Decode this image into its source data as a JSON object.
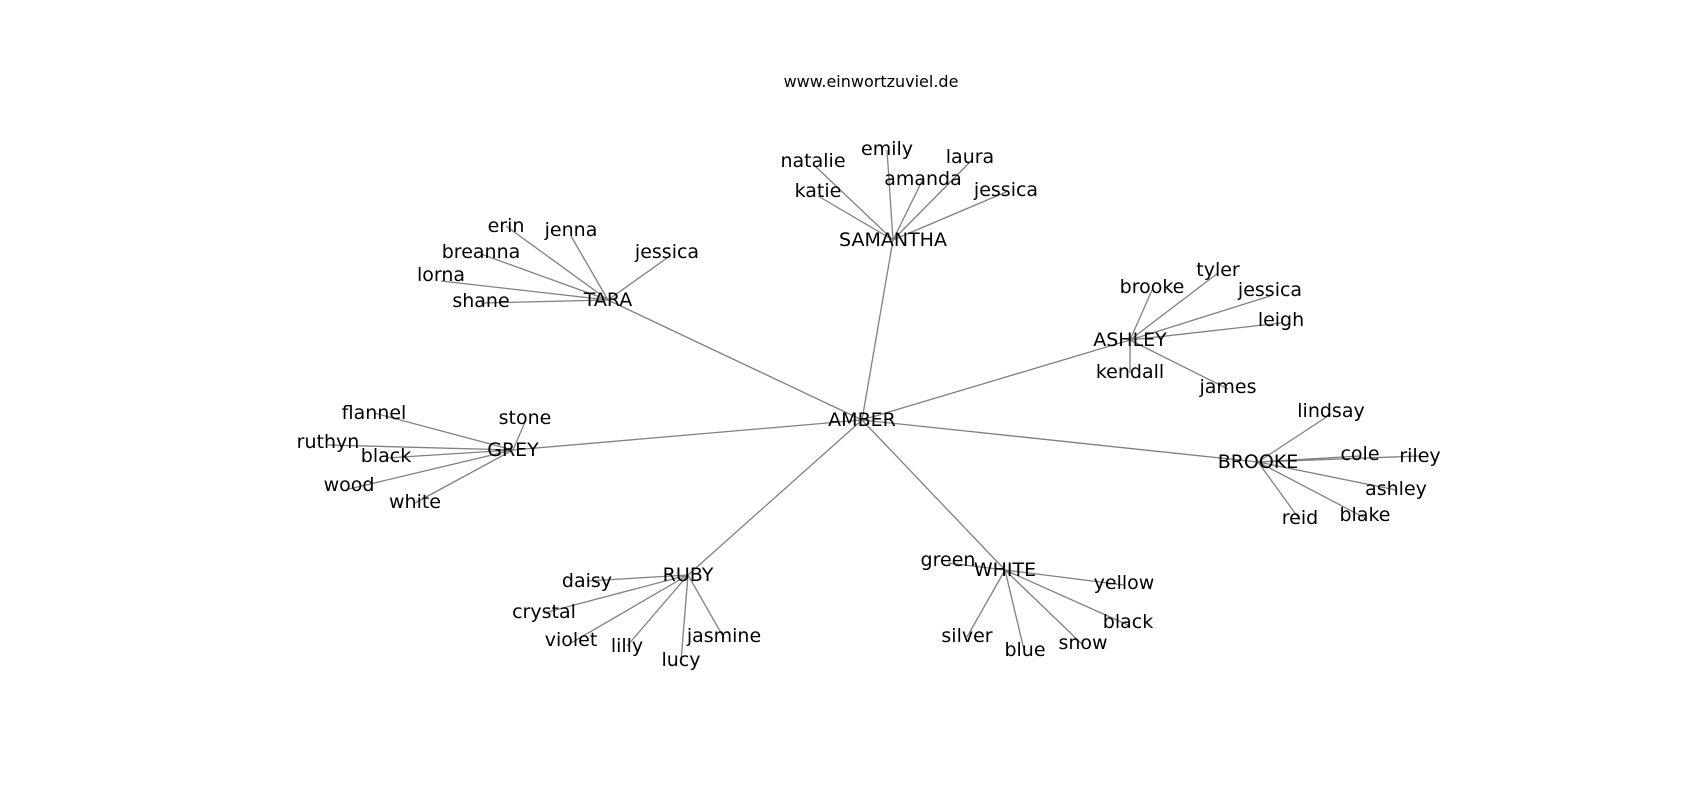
{
  "header": {
    "source": "www.einwortzuviel.de"
  },
  "graph": {
    "root": "AMBER",
    "clusters": [
      {
        "name": "SAMANTHA",
        "leaves": [
          "natalie",
          "emily",
          "laura",
          "katie",
          "amanda",
          "jessica"
        ]
      },
      {
        "name": "TARA",
        "leaves": [
          "erin",
          "jenna",
          "breanna",
          "jessica",
          "lorna",
          "shane"
        ]
      },
      {
        "name": "ASHLEY",
        "leaves": [
          "brooke",
          "tyler",
          "jessica",
          "leigh",
          "kendall",
          "james"
        ]
      },
      {
        "name": "GREY",
        "leaves": [
          "flannel",
          "stone",
          "ruthyn",
          "black",
          "wood",
          "white"
        ]
      },
      {
        "name": "BROOKE",
        "leaves": [
          "lindsay",
          "cole",
          "riley",
          "ashley",
          "blake",
          "reid"
        ]
      },
      {
        "name": "RUBY",
        "leaves": [
          "daisy",
          "crystal",
          "violet",
          "lilly",
          "jasmine",
          "lucy"
        ]
      },
      {
        "name": "WHITE",
        "leaves": [
          "green",
          "yellow",
          "black",
          "silver",
          "blue",
          "snow"
        ]
      }
    ]
  }
}
